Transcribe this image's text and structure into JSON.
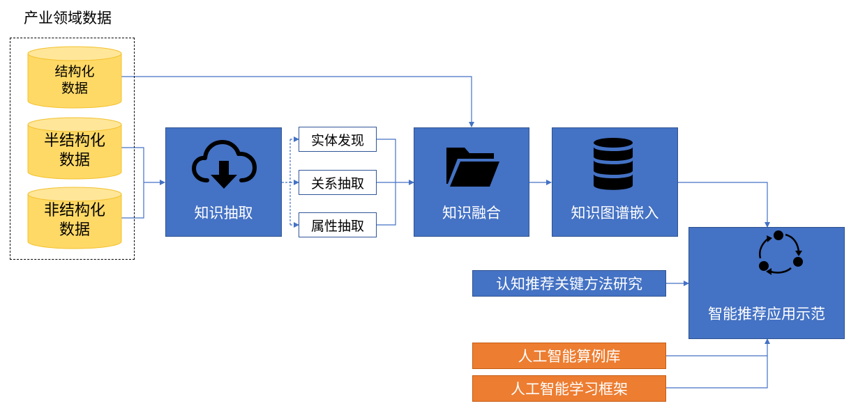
{
  "source_group": {
    "title": "产业领域数据",
    "items": [
      {
        "line1": "结构化",
        "line2": "数据"
      },
      {
        "line1": "半结构化",
        "line2": "数据"
      },
      {
        "line1": "非结构化",
        "line2": "数据"
      }
    ]
  },
  "extraction": {
    "label": "知识抽取",
    "icon": "cloud-download-icon"
  },
  "subtasks": [
    "实体发现",
    "关系抽取",
    "属性抽取"
  ],
  "fusion": {
    "label": "知识融合",
    "icon": "folder-open-icon"
  },
  "embedding": {
    "label": "知识图谱嵌入",
    "icon": "database-icon"
  },
  "application": {
    "label": "智能推荐应用示范",
    "icon": "cycle-icon"
  },
  "research": {
    "label": "认知推荐关键方法研究"
  },
  "support": [
    {
      "label": "人工智能算例库"
    },
    {
      "label": "人工智能学习框架"
    }
  ],
  "colors": {
    "blue": "#4472c4",
    "orange": "#ed7d31",
    "cylinder": "#ffd966",
    "connector": "#4472c4"
  }
}
